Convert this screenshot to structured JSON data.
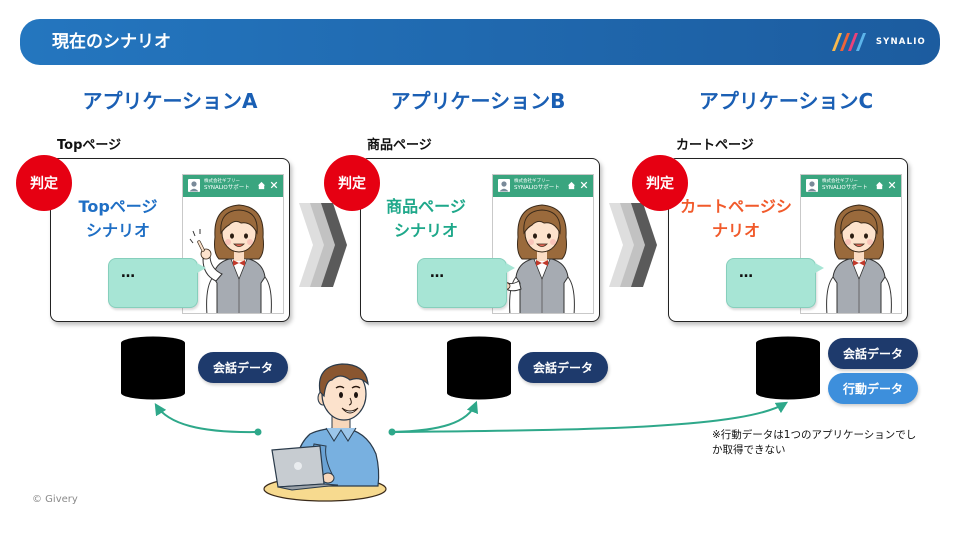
{
  "header": {
    "title": "現在のシナリオ",
    "logo": "SYNALIO"
  },
  "apps": [
    {
      "name": "アプリケーションA",
      "page_label": "Topページ",
      "badge": "判定",
      "scenario": [
        "Topページ",
        "シナリオ"
      ],
      "scenario_color": "#1f6fc5",
      "widget": {
        "company": "株式会社ギブリー",
        "title": "SYNALIOサポート"
      },
      "bubble": "…",
      "data_pills": [
        {
          "label": "会話データ",
          "color": "#1e3a6c"
        }
      ]
    },
    {
      "name": "アプリケーションB",
      "page_label": "商品ページ",
      "badge": "判定",
      "scenario": [
        "商品ページ",
        "シナリオ"
      ],
      "scenario_color": "#1ea88a",
      "widget": {
        "company": "株式会社ギブリー",
        "title": "SYNALIOサポート"
      },
      "bubble": "…",
      "data_pills": [
        {
          "label": "会話データ",
          "color": "#1e3a6c"
        }
      ]
    },
    {
      "name": "アプリケーションC",
      "page_label": "カートページ",
      "badge": "判定",
      "scenario": [
        "カートページシ",
        "ナリオ"
      ],
      "scenario_color": "#f15a2b",
      "widget": {
        "company": "株式会社ギブリー",
        "title": "SYNALIOサポート"
      },
      "bubble": "…",
      "data_pills": [
        {
          "label": "会話データ",
          "color": "#1e3a6c"
        },
        {
          "label": "行動データ",
          "color": "#3d8fdc"
        }
      ]
    }
  ],
  "note": [
    "※行動データは1つのアプリケーションでし",
    "か取得できない"
  ],
  "footer": "© Givery",
  "icons": {
    "flow": "chevron-right-icon",
    "storage": "database-icon",
    "widget_home": "home-icon",
    "widget_close": "close-icon"
  },
  "colors": {
    "header_left": "#2476bf",
    "header_right": "#1c5c9f",
    "app_title": "#1a5fb4",
    "badge": "#e60012",
    "widget_header": "#3aa57f",
    "bubble": "#a7e5d5",
    "database": "#1565c0",
    "database_top": "#1f78d1",
    "arrow": "#2ea88a",
    "logo_1": "#f8b84e",
    "logo_2": "#f0643a",
    "logo_3": "#e9427a",
    "logo_4": "#5cb4ea"
  }
}
